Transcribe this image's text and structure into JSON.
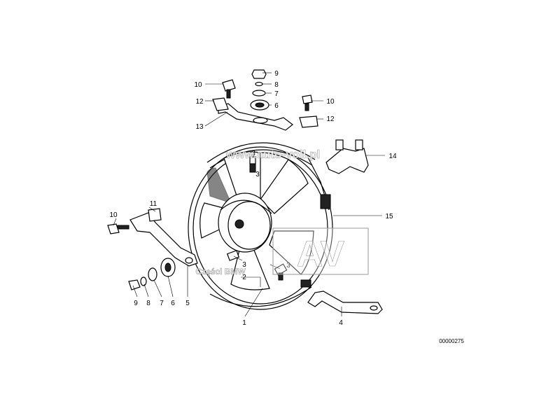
{
  "watermark": {
    "url": "www.auto-voll.pl",
    "logo": "AV",
    "caption": "Części BMW"
  },
  "diagram_code": "00000275",
  "callouts": [
    {
      "id": "c10a",
      "text": "10"
    },
    {
      "id": "c12a",
      "text": "12"
    },
    {
      "id": "c13",
      "text": "13"
    },
    {
      "id": "c9a",
      "text": "9"
    },
    {
      "id": "c8a",
      "text": "8"
    },
    {
      "id": "c7a",
      "text": "7"
    },
    {
      "id": "c6a",
      "text": "6"
    },
    {
      "id": "c10b",
      "text": "10"
    },
    {
      "id": "c12b",
      "text": "12"
    },
    {
      "id": "c14",
      "text": "14"
    },
    {
      "id": "c15",
      "text": "15"
    },
    {
      "id": "c3a",
      "text": "3"
    },
    {
      "id": "c3b",
      "text": "3"
    },
    {
      "id": "c11",
      "text": "11"
    },
    {
      "id": "c10c",
      "text": "10"
    },
    {
      "id": "c3c",
      "text": "3"
    },
    {
      "id": "c2",
      "text": "2"
    },
    {
      "id": "c3d",
      "text": "3"
    },
    {
      "id": "c9b",
      "text": "9"
    },
    {
      "id": "c8b",
      "text": "8"
    },
    {
      "id": "c7b",
      "text": "7"
    },
    {
      "id": "c6b",
      "text": "6"
    },
    {
      "id": "c5",
      "text": "5"
    },
    {
      "id": "c1",
      "text": "1"
    },
    {
      "id": "c4",
      "text": "4"
    }
  ]
}
